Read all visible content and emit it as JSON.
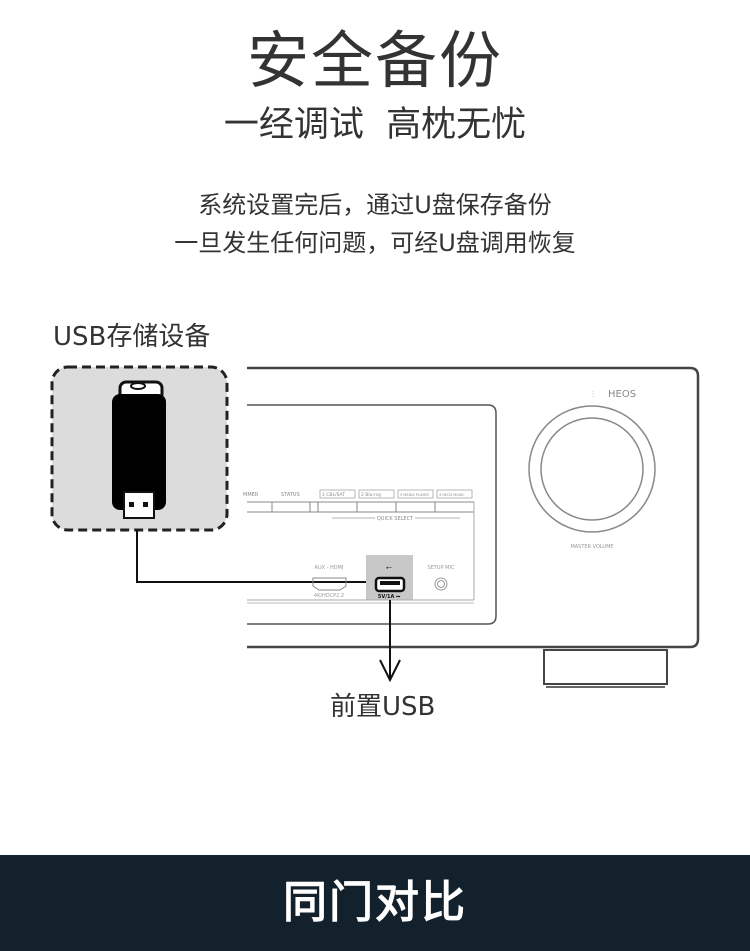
{
  "header": {
    "title": "安全备份",
    "subtitle": "一经调试  高枕无忧"
  },
  "description": {
    "line1": "系统设置完后，通过U盘保存备份",
    "line2": "一旦发生任何问题，可经U盘调用恢复"
  },
  "diagram": {
    "usb_device_label": "USB存储设备",
    "front_usb_label": "前置USB",
    "receiver": {
      "brand": "HEOS",
      "knob_label": "MASTER VOLUME",
      "buttons": [
        "MMER",
        "STATUS"
      ],
      "quick_select": [
        "1 CBL/SAT",
        "2 Blu-ray",
        "3 MEDIA PLAYER",
        "4 HEOS MUSIC"
      ],
      "quick_select_label": "QUICK SELECT",
      "aux_label": "AUX - HDMI",
      "aux_sub": "4K/HDCP2.2",
      "usb_rating": "5V/1A ⎓",
      "setup_mic": "SETUP MIC"
    }
  },
  "footer": {
    "banner_text": "同门对比",
    "background": "#13212d"
  }
}
